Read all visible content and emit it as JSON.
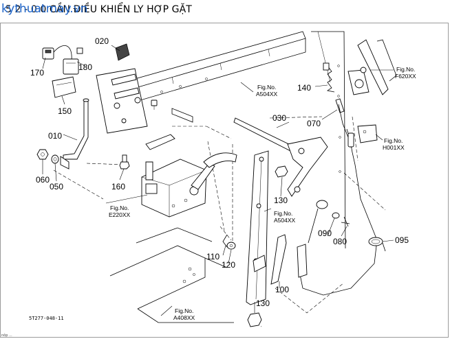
{
  "header": {
    "title": "5 2 - 0 0 CẦN ĐIỀU KHIỂN LY HỢP GẶT",
    "watermark": "kythuatmay.vn"
  },
  "diagram": {
    "drawing_code": "5T277-048-11",
    "part_labels": [
      "020",
      "170",
      "180",
      "150",
      "010",
      "060",
      "050",
      "160",
      "030",
      "140",
      "070",
      "130",
      "090",
      "080",
      "095",
      "110",
      "120",
      "100"
    ],
    "fig_refs": [
      {
        "fig": "Fig.No.",
        "ref": "A504XX"
      },
      {
        "fig": "Fig.No.",
        "ref": "F620XX"
      },
      {
        "fig": "Fig.No.",
        "ref": "H001XX"
      },
      {
        "fig": "Fig.No.",
        "ref": "E220XX"
      },
      {
        "fig": "Fig.No.",
        "ref": "A504XX"
      },
      {
        "fig": "Fig.No.",
        "ref": "A408XX"
      }
    ]
  },
  "footer": {
    "note": "nôp  ..."
  }
}
